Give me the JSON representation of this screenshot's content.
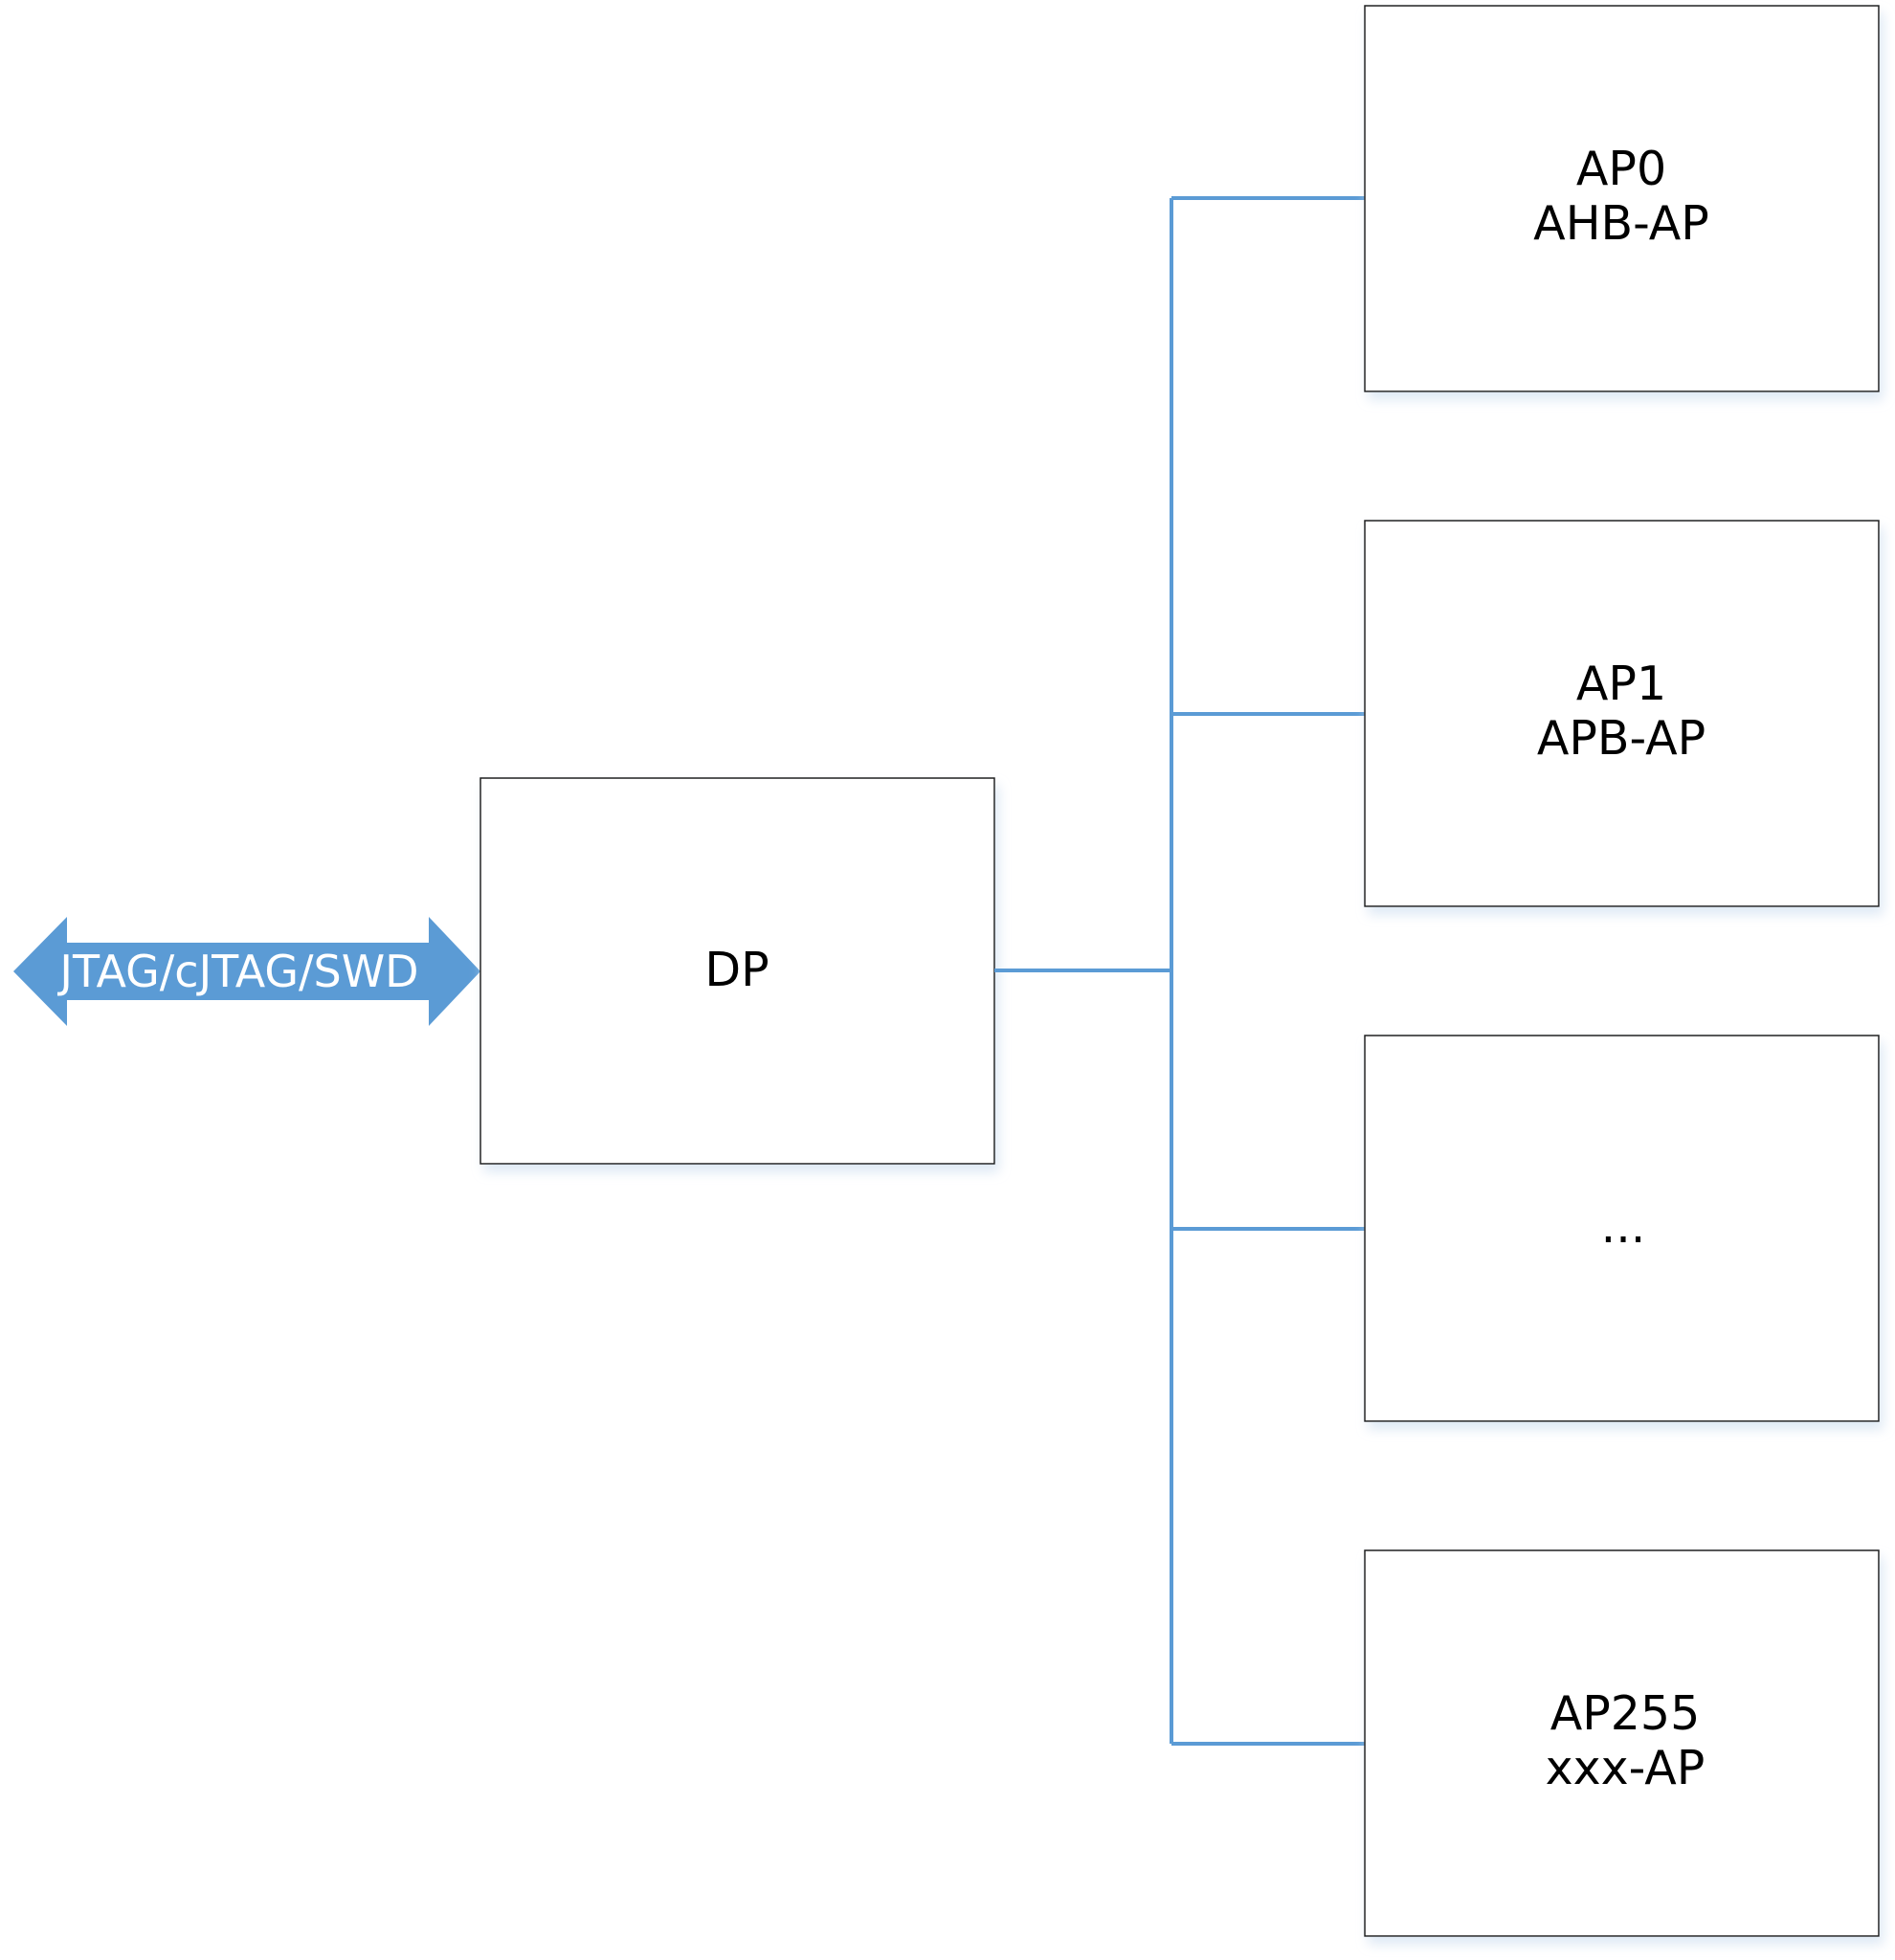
{
  "colors": {
    "connector": "#5b9bd5",
    "arrow_fill": "#5b9bd5",
    "box_border": "#1a1a1a",
    "box_shadow": "#dbe7f4",
    "box_fill": "#ffffff",
    "text": "#000000",
    "arrow_text": "#ffffff"
  },
  "interface": {
    "label": "JTAG/cJTAG/SWD",
    "shape": "double-arrow-icon"
  },
  "dp": {
    "label": "DP"
  },
  "access_ports": [
    {
      "line1": "AP0",
      "line2": "AHB-AP"
    },
    {
      "line1": "AP1",
      "line2": "APB-AP"
    },
    {
      "line1": "...",
      "line2": ""
    },
    {
      "line1": "AP255",
      "line2": "xxx-AP"
    }
  ]
}
